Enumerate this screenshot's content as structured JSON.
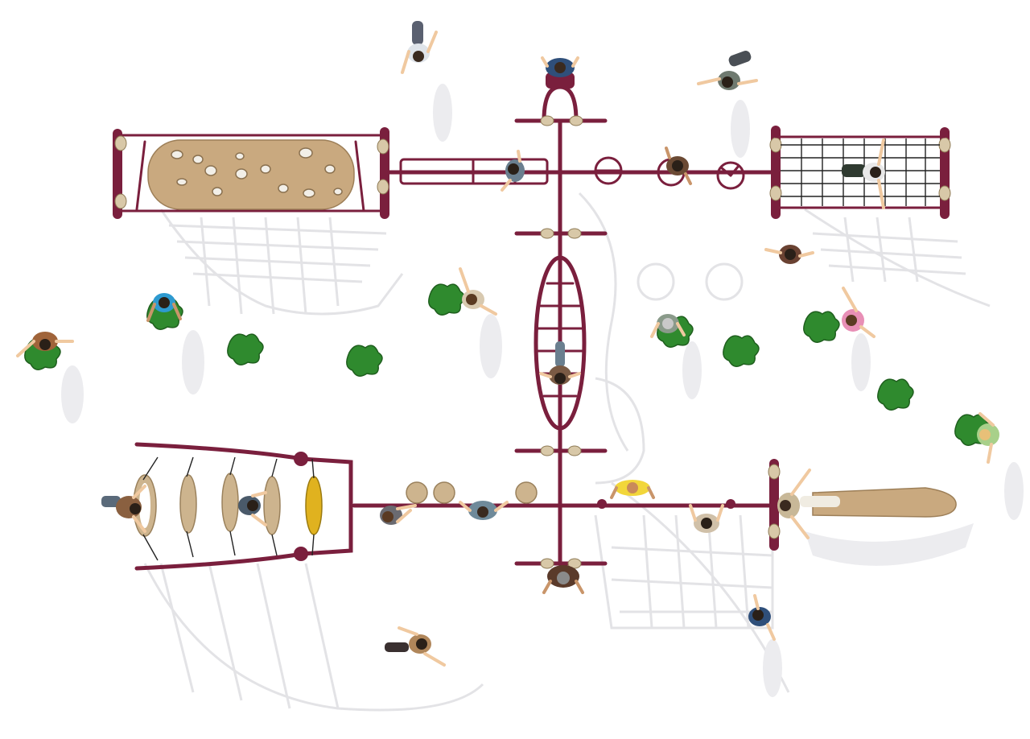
{
  "scene": {
    "kind": "playground structure, top-down view",
    "colors": {
      "frame": "#7a1f3d",
      "panel": "#c9a97f",
      "shrub": "#2f8a2e",
      "shadow": "#e6e6ea",
      "background": "#ffffff"
    },
    "elements": [
      "rock-climbing-panel",
      "cargo-net-panel",
      "horizontal-ladder",
      "oval-ring-ladder",
      "ring-climber",
      "stepping-discs",
      "log-bridge",
      "grab-rings",
      "shrubs",
      "children-figures"
    ]
  }
}
